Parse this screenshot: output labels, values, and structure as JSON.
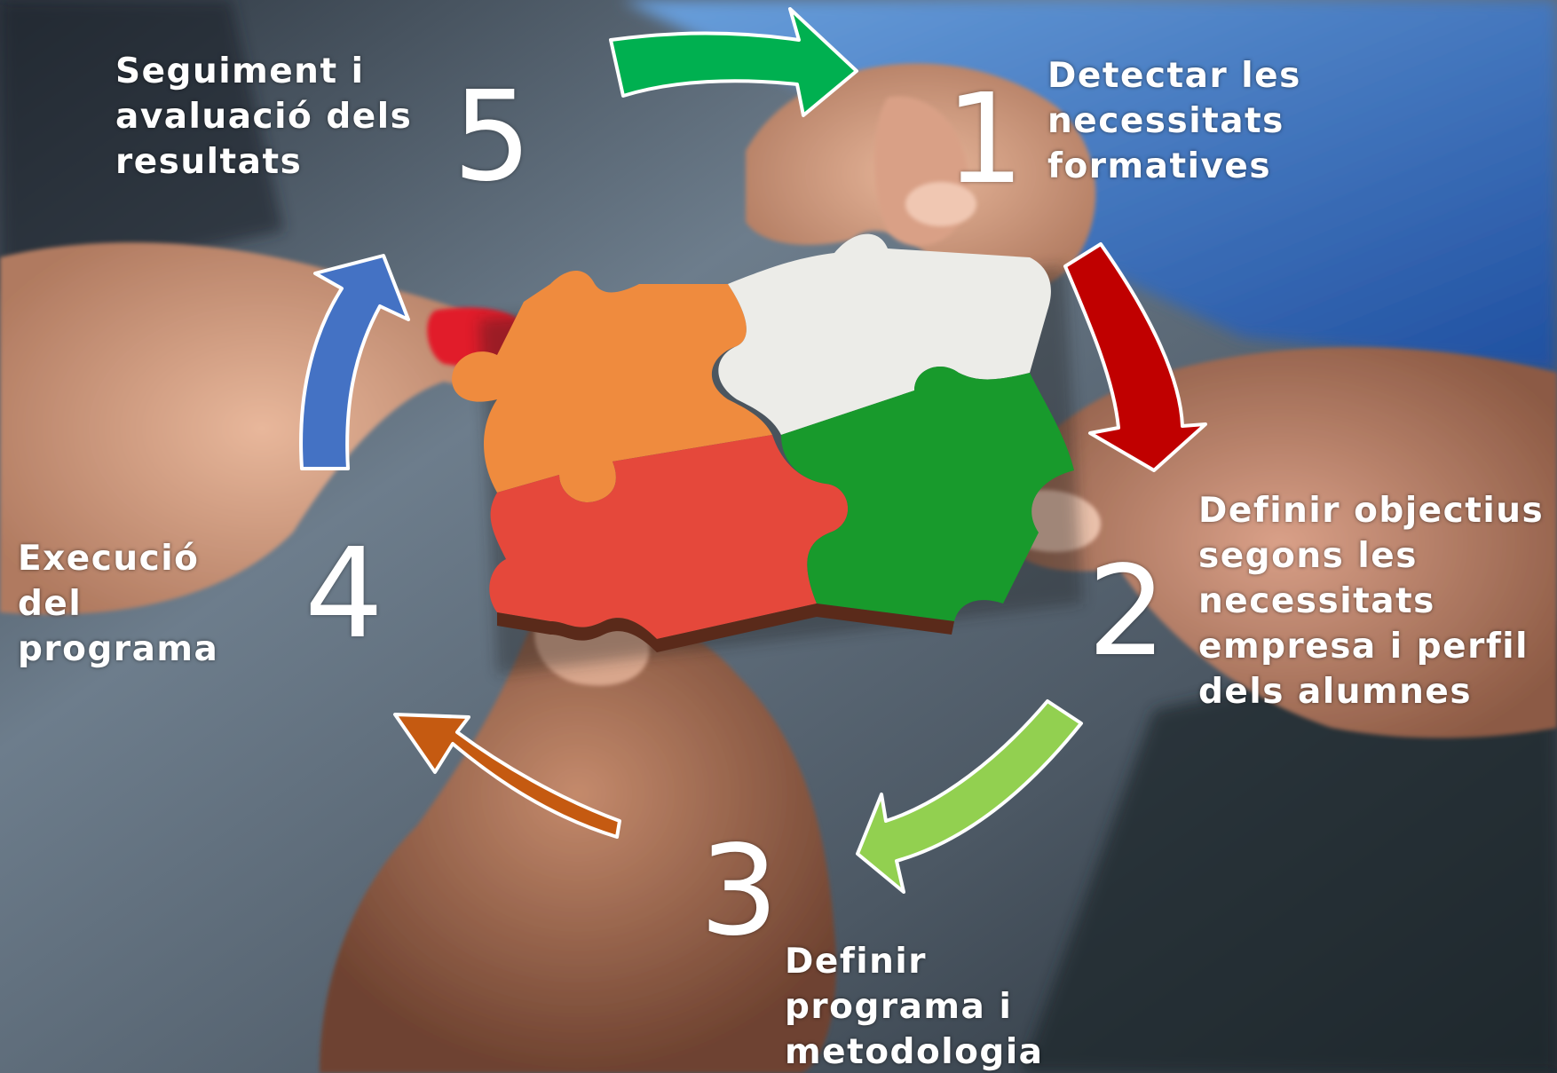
{
  "steps": [
    {
      "number": "1",
      "label": "Detectar les\nnecessitats\nformatives"
    },
    {
      "number": "2",
      "label": "Definir objectius\nsegons les\nnecessitats\nempresa i perfil\ndels alumnes"
    },
    {
      "number": "3",
      "label": "Definir\nprograma i\nmetodologia"
    },
    {
      "number": "4",
      "label": "Execució\ndel\nprograma"
    },
    {
      "number": "5",
      "label": "Seguiment i\navaluació dels\nresultats"
    }
  ],
  "arrows": [
    {
      "from": "5",
      "to": "1",
      "color": "#00b050"
    },
    {
      "from": "1",
      "to": "2",
      "color": "#c00000"
    },
    {
      "from": "2",
      "to": "3",
      "color": "#92d050"
    },
    {
      "from": "3",
      "to": "4",
      "color": "#c55a11"
    },
    {
      "from": "4",
      "to": "5",
      "color": "#4472c4"
    }
  ],
  "puzzle": {
    "pieces": [
      {
        "name": "white",
        "color": "#ecece8"
      },
      {
        "name": "orange",
        "color": "#ef8b3e"
      },
      {
        "name": "red",
        "color": "#e5483b"
      },
      {
        "name": "green",
        "color": "#189a2c"
      }
    ]
  }
}
